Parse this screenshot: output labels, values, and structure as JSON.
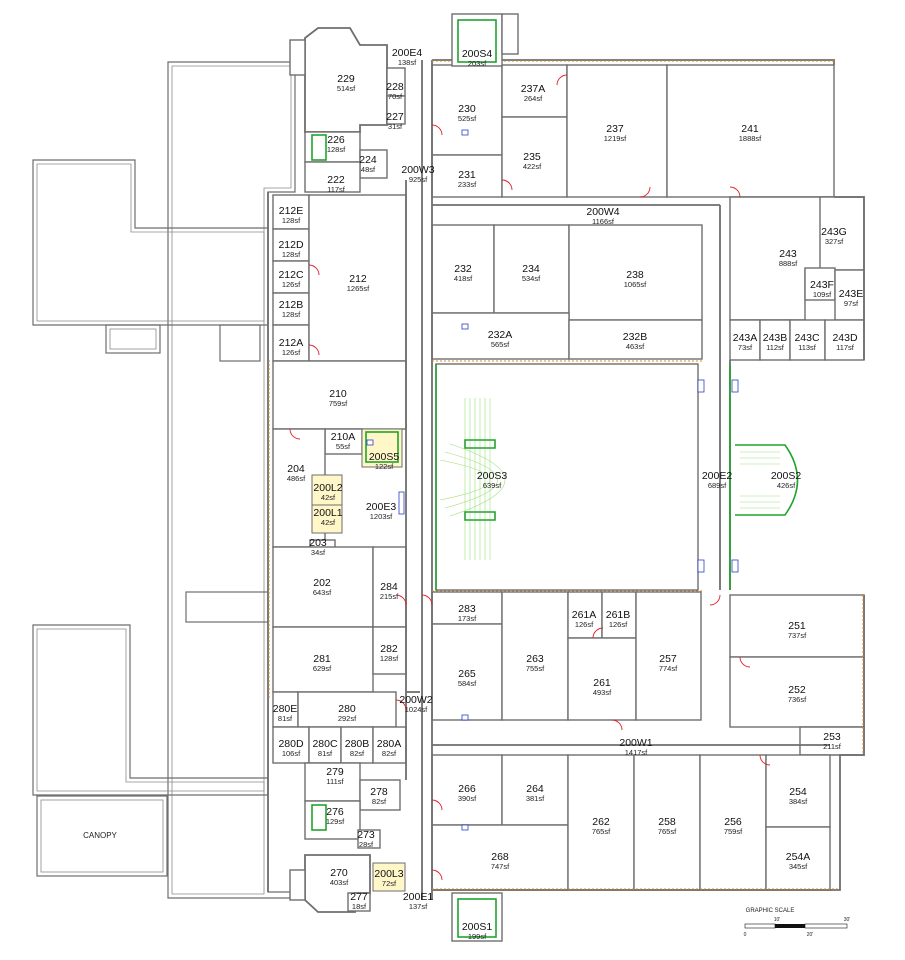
{
  "colors": {
    "wall": "#6e6e6e",
    "door_swing": "#e0202a",
    "window": "#2d3ec0",
    "stair": "#21a32e",
    "glazing": "#e08a2e",
    "elevator": "#fff7c8"
  },
  "rooms": [
    {
      "id": "229",
      "sf": "514sf"
    },
    {
      "id": "228",
      "sf": "70sf"
    },
    {
      "id": "227",
      "sf": "31sf"
    },
    {
      "id": "226",
      "sf": "128sf"
    },
    {
      "id": "224",
      "sf": "48sf"
    },
    {
      "id": "222",
      "sf": "117sf"
    },
    {
      "id": "200E4",
      "sf": "138sf"
    },
    {
      "id": "200S4",
      "sf": "203sf"
    },
    {
      "id": "230",
      "sf": "525sf"
    },
    {
      "id": "231",
      "sf": "233sf"
    },
    {
      "id": "237A",
      "sf": "264sf"
    },
    {
      "id": "235",
      "sf": "422sf"
    },
    {
      "id": "237",
      "sf": "1219sf"
    },
    {
      "id": "241",
      "sf": "1888sf"
    },
    {
      "id": "200W3",
      "sf": "925sf"
    },
    {
      "id": "200W4",
      "sf": "1166sf"
    },
    {
      "id": "212E",
      "sf": "128sf"
    },
    {
      "id": "212D",
      "sf": "128sf"
    },
    {
      "id": "212C",
      "sf": "126sf"
    },
    {
      "id": "212B",
      "sf": "128sf"
    },
    {
      "id": "212A",
      "sf": "126sf"
    },
    {
      "id": "212",
      "sf": "1265sf"
    },
    {
      "id": "232",
      "sf": "418sf"
    },
    {
      "id": "234",
      "sf": "534sf"
    },
    {
      "id": "238",
      "sf": "1065sf"
    },
    {
      "id": "232A",
      "sf": "565sf"
    },
    {
      "id": "232B",
      "sf": "463sf"
    },
    {
      "id": "243",
      "sf": "888sf"
    },
    {
      "id": "243G",
      "sf": "327sf"
    },
    {
      "id": "243F",
      "sf": "109sf"
    },
    {
      "id": "243E",
      "sf": "97sf"
    },
    {
      "id": "243A",
      "sf": "73sf"
    },
    {
      "id": "243B",
      "sf": "112sf"
    },
    {
      "id": "243C",
      "sf": "113sf"
    },
    {
      "id": "243D",
      "sf": "117sf"
    },
    {
      "id": "210",
      "sf": "759sf"
    },
    {
      "id": "210A",
      "sf": "55sf"
    },
    {
      "id": "200S5",
      "sf": "122sf"
    },
    {
      "id": "204",
      "sf": "486sf"
    },
    {
      "id": "200L2",
      "sf": "42sf"
    },
    {
      "id": "200L1",
      "sf": "42sf"
    },
    {
      "id": "200E3",
      "sf": "1203sf"
    },
    {
      "id": "203",
      "sf": "34sf"
    },
    {
      "id": "200S3",
      "sf": "639sf"
    },
    {
      "id": "200E2",
      "sf": "689sf"
    },
    {
      "id": "200S2",
      "sf": "426sf"
    },
    {
      "id": "202",
      "sf": "643sf"
    },
    {
      "id": "284",
      "sf": "215sf"
    },
    {
      "id": "281",
      "sf": "629sf"
    },
    {
      "id": "282",
      "sf": "128sf"
    },
    {
      "id": "283",
      "sf": "173sf"
    },
    {
      "id": "265",
      "sf": "584sf"
    },
    {
      "id": "263",
      "sf": "755sf"
    },
    {
      "id": "261A",
      "sf": "126sf"
    },
    {
      "id": "261B",
      "sf": "126sf"
    },
    {
      "id": "261",
      "sf": "493sf"
    },
    {
      "id": "257",
      "sf": "774sf"
    },
    {
      "id": "251",
      "sf": "737sf"
    },
    {
      "id": "252",
      "sf": "736sf"
    },
    {
      "id": "253",
      "sf": "211sf"
    },
    {
      "id": "280E",
      "sf": "81sf"
    },
    {
      "id": "280",
      "sf": "292sf"
    },
    {
      "id": "200W2",
      "sf": "1024sf"
    },
    {
      "id": "280D",
      "sf": "106sf"
    },
    {
      "id": "280C",
      "sf": "81sf"
    },
    {
      "id": "280B",
      "sf": "82sf"
    },
    {
      "id": "280A",
      "sf": "82sf"
    },
    {
      "id": "200W1",
      "sf": "1417sf"
    },
    {
      "id": "279",
      "sf": "111sf"
    },
    {
      "id": "278",
      "sf": "82sf"
    },
    {
      "id": "276",
      "sf": "129sf"
    },
    {
      "id": "273",
      "sf": "28sf"
    },
    {
      "id": "266",
      "sf": "390sf"
    },
    {
      "id": "264",
      "sf": "381sf"
    },
    {
      "id": "262",
      "sf": "765sf"
    },
    {
      "id": "258",
      "sf": "765sf"
    },
    {
      "id": "256",
      "sf": "759sf"
    },
    {
      "id": "254",
      "sf": "384sf"
    },
    {
      "id": "254A",
      "sf": "345sf"
    },
    {
      "id": "268",
      "sf": "747sf"
    },
    {
      "id": "270",
      "sf": "403sf"
    },
    {
      "id": "200L3",
      "sf": "72sf"
    },
    {
      "id": "277",
      "sf": "18sf"
    },
    {
      "id": "200E1",
      "sf": "137sf"
    },
    {
      "id": "200S1",
      "sf": "199sf"
    }
  ],
  "labels": {
    "canopy": "CANOPY",
    "graphic_scale": "GRAPHIC SCALE",
    "scale_ticks": [
      "0",
      "10'",
      "20'",
      "30'"
    ]
  }
}
